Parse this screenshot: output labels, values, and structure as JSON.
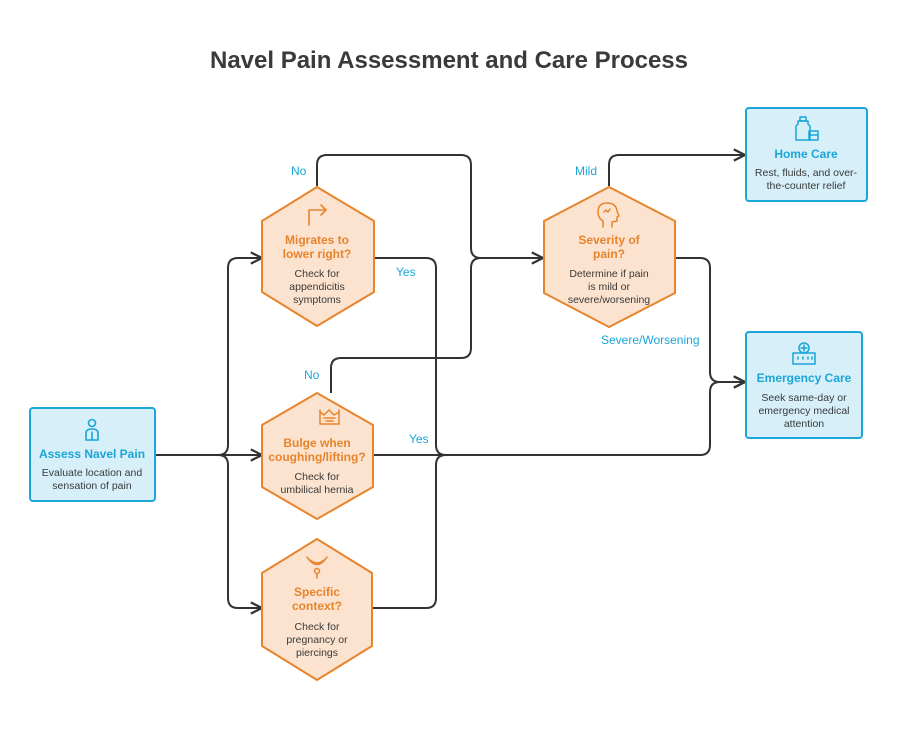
{
  "title": "Navel Pain Assessment and Care Process",
  "nodes": {
    "assess": {
      "title": "Assess Navel Pain",
      "desc": [
        "Evaluate location and",
        "sensation of pain"
      ],
      "icon": "person-icon"
    },
    "migrates": {
      "title": [
        "Migrates to",
        "lower right?"
      ],
      "desc": [
        "Check for",
        "appendicitis",
        "symptoms"
      ],
      "icon": "turn-arrow-icon"
    },
    "bulge": {
      "title": [
        "Bulge when",
        "coughing/lifting?"
      ],
      "desc": [
        "Check for",
        "umbilical hernia"
      ],
      "icon": "hernia-icon"
    },
    "context": {
      "title": [
        "Specific",
        "context?"
      ],
      "desc": [
        "Check for",
        "pregnancy or",
        "piercings"
      ],
      "icon": "piercing-icon"
    },
    "severity": {
      "title": [
        "Severity of",
        "pain?"
      ],
      "desc": [
        "Determine if pain",
        "is mild or",
        "severe/worsening"
      ],
      "icon": "head-icon"
    },
    "home": {
      "title": "Home Care",
      "desc": [
        "Rest, fluids, and over-",
        "the-counter relief"
      ],
      "icon": "bottle-icon"
    },
    "emergency": {
      "title": "Emergency Care",
      "desc": [
        "Seek same-day or",
        "emergency medical",
        "attention"
      ],
      "icon": "hospital-icon"
    }
  },
  "edge_labels": {
    "migrates_no": "No",
    "migrates_yes": "Yes",
    "bulge_no": "No",
    "bulge_yes": "Yes",
    "severity_mild": "Mild",
    "severity_severe": "Severe/Worsening"
  },
  "colors": {
    "blue_fill": "#d6eff9",
    "blue_stroke": "#1aa6d8",
    "orange_fill": "#fbe3cf",
    "orange_stroke": "#e8842b",
    "edge": "#333333"
  }
}
